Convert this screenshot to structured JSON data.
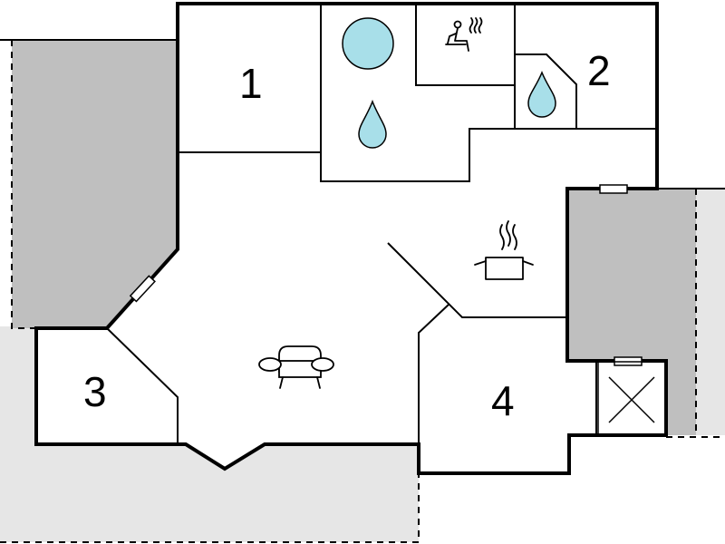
{
  "rooms": [
    {
      "id": "room-1",
      "label": "1"
    },
    {
      "id": "room-2",
      "label": "2"
    },
    {
      "id": "room-3",
      "label": "3"
    },
    {
      "id": "room-4",
      "label": "4"
    }
  ],
  "icons": [
    "pool-icon",
    "sauna-icon",
    "water-drop-icon",
    "cooking-pot-icon",
    "sofa-icon",
    "void-cross-icon"
  ],
  "colors": {
    "wall": "#000000",
    "floor": "#ffffff",
    "terrace_dark": "#bfbfbf",
    "terrace_light": "#e6e6e6",
    "water": "#a8dfe9",
    "window": "#ffffff"
  }
}
